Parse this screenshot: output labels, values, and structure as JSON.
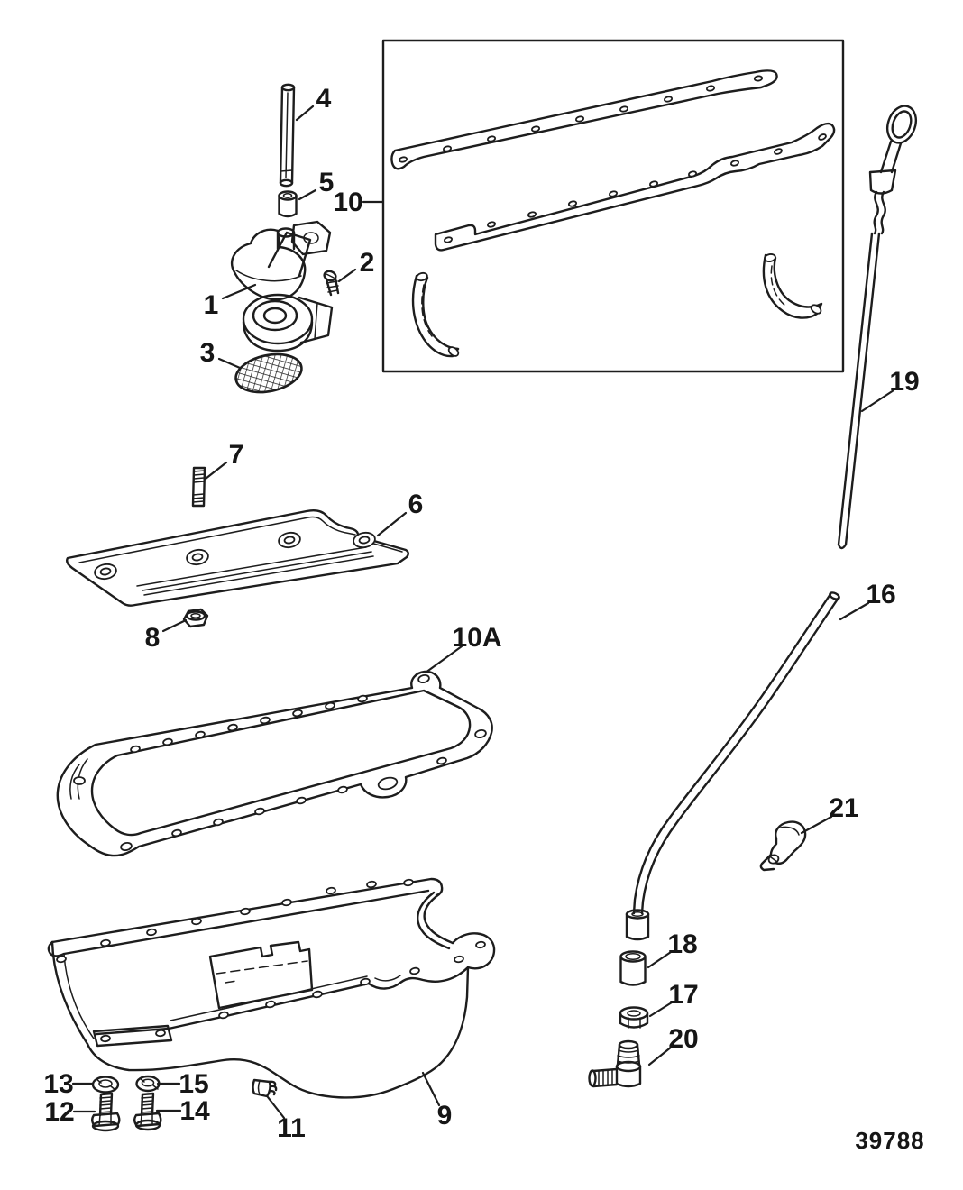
{
  "page": {
    "background": "#ffffff",
    "ink": "#1d1d1d"
  },
  "drawing_number": "39788",
  "callouts": {
    "c1": "1",
    "c2": "2",
    "c3": "3",
    "c4": "4",
    "c5": "5",
    "c6": "6",
    "c7": "7",
    "c8": "8",
    "c9": "9",
    "c10": "10",
    "c10a": "10A",
    "c11": "11",
    "c12": "12",
    "c13": "13",
    "c14": "14",
    "c15": "15",
    "c16": "16",
    "c17": "17",
    "c18": "18",
    "c19": "19",
    "c20": "20",
    "c21": "21"
  }
}
